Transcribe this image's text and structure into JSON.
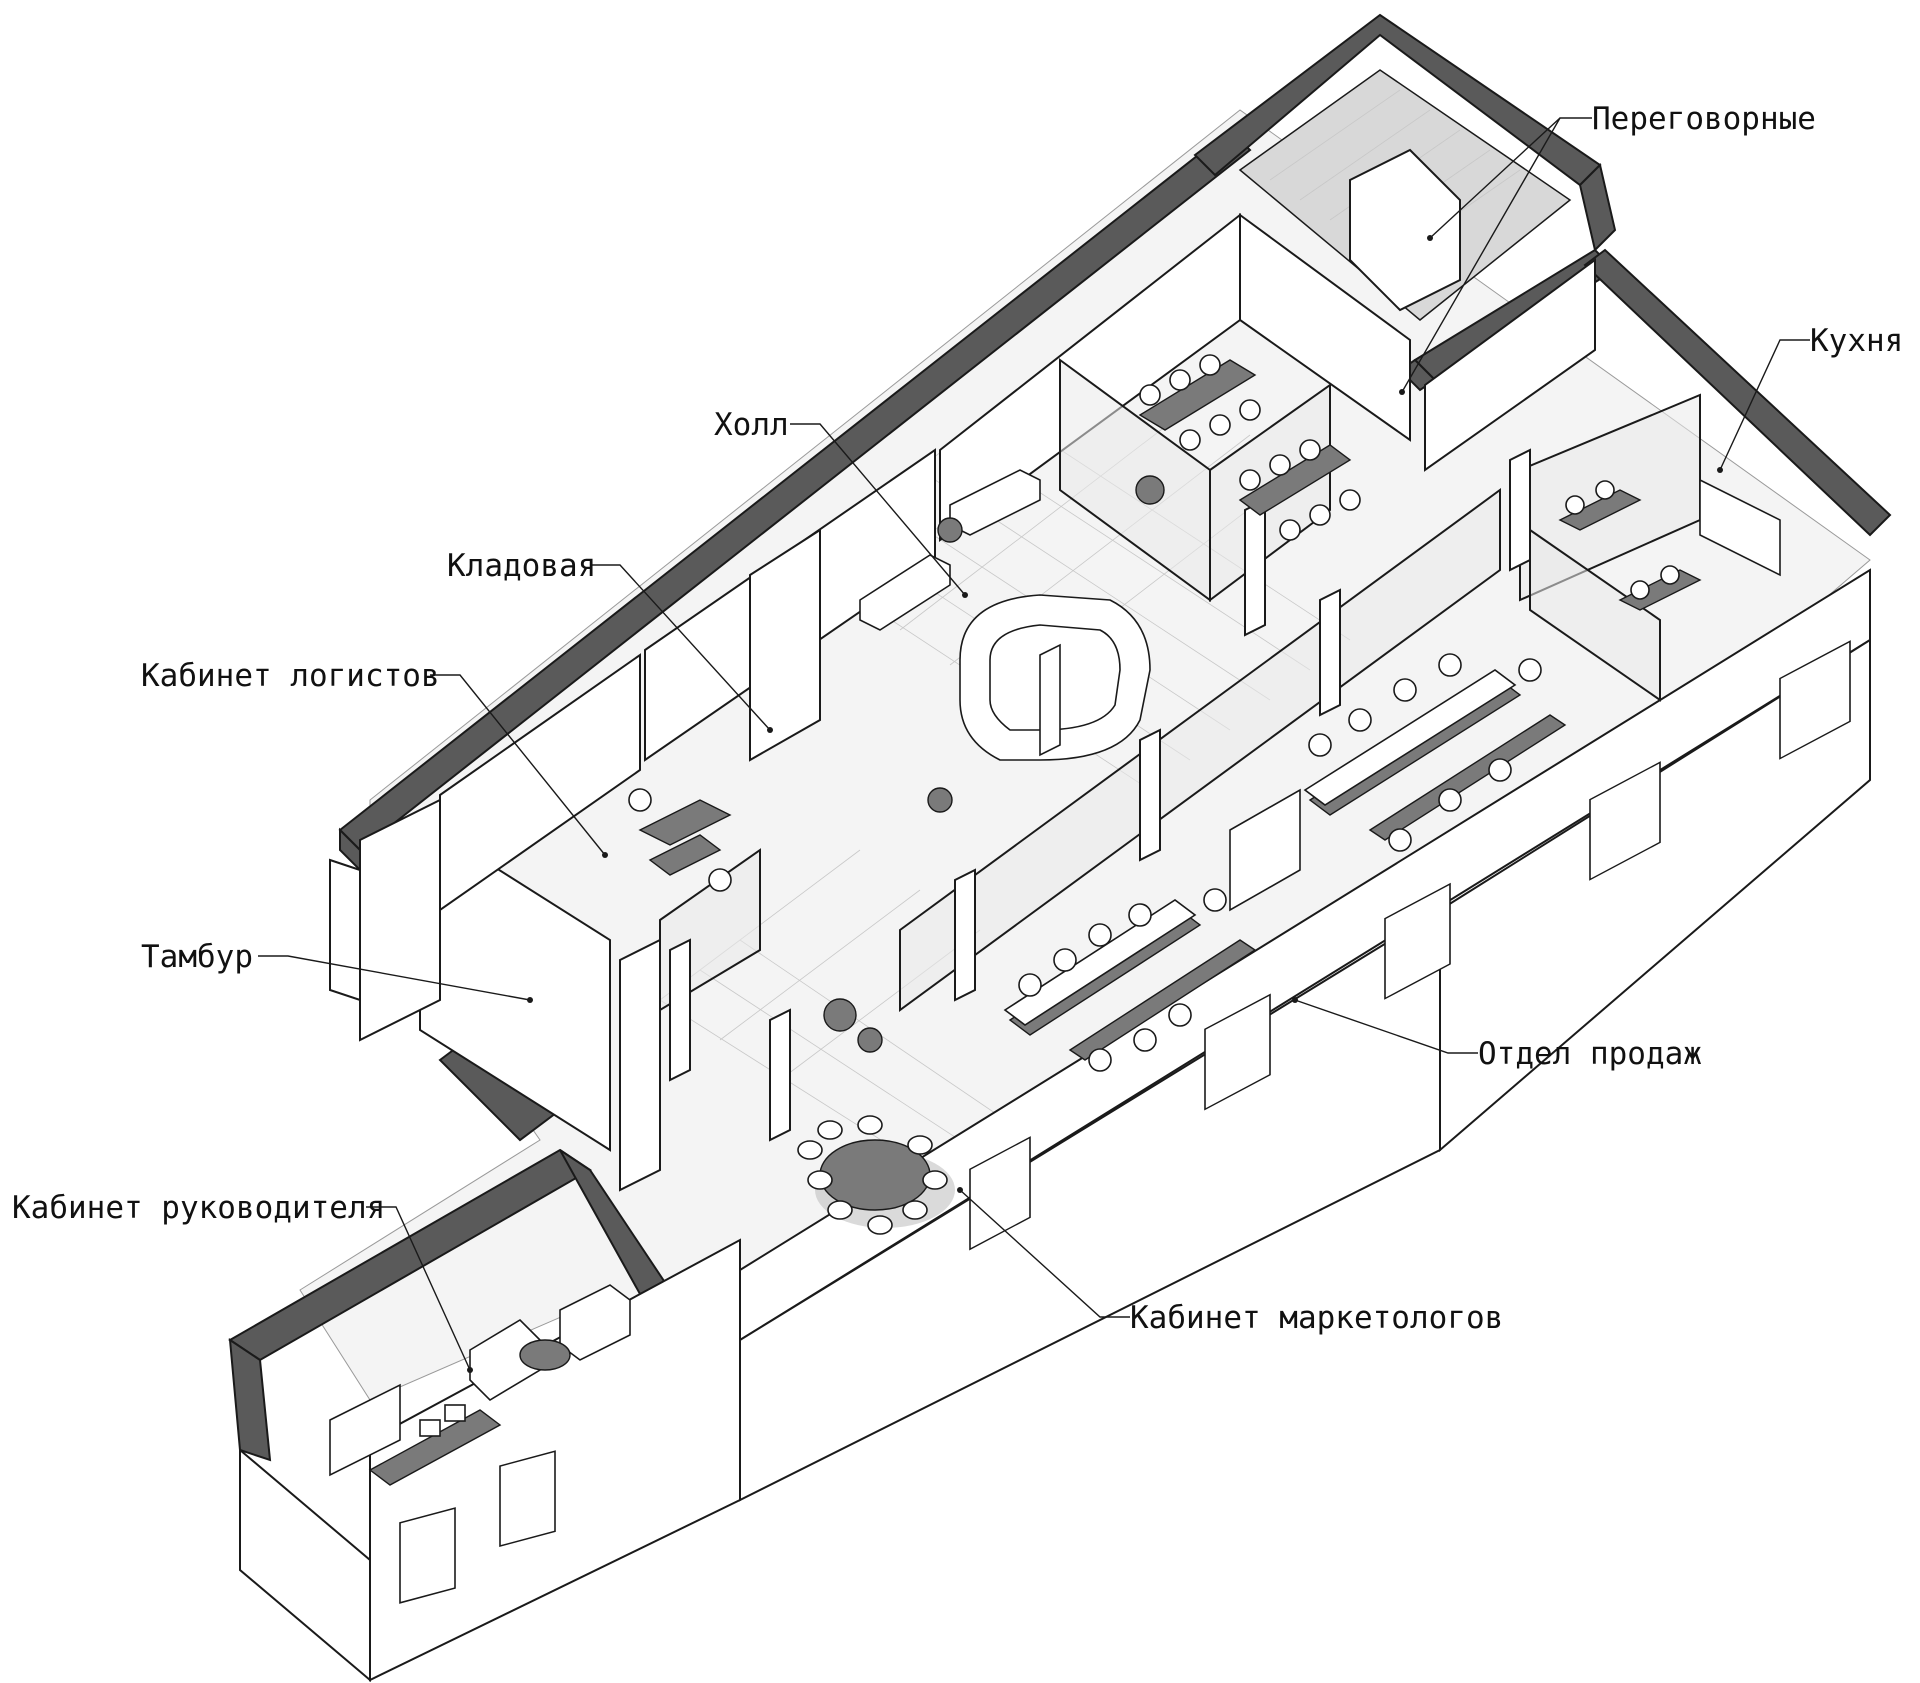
{
  "labels": {
    "meeting_rooms": "Переговорные",
    "kitchen": "Кухня",
    "hall": "Холл",
    "storage": "Кладовая",
    "logistics_office": "Кабинет логистов",
    "vestibule": "Тамбур",
    "sales_department": "Отдел продаж",
    "director_office": "Кабинет руководителя",
    "marketing_office": "Кабинет маркетологов"
  },
  "colors": {
    "wall_cut": "#5a5a5a",
    "line": "#1a1a1a",
    "floor": "#f4f4f4",
    "background": "#ffffff"
  }
}
